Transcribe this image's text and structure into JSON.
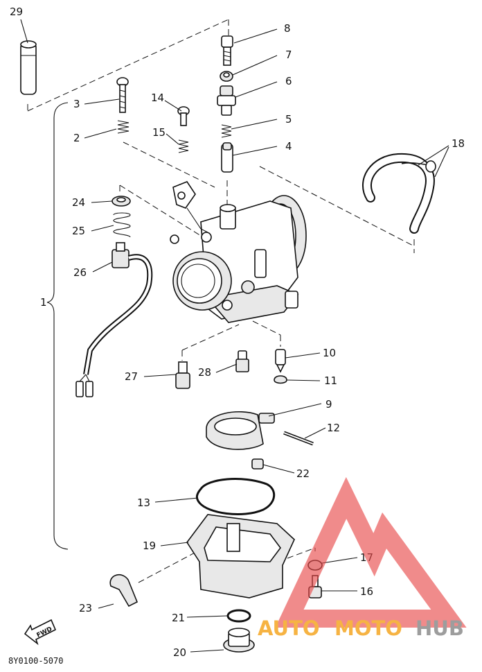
{
  "parts": {
    "p1": "1",
    "p2": "2",
    "p3": "3",
    "p4": "4",
    "p5": "5",
    "p6": "6",
    "p7": "7",
    "p8": "8",
    "p9": "9",
    "p10": "10",
    "p11": "11",
    "p12": "12",
    "p13": "13",
    "p14": "14",
    "p15": "15",
    "p16": "16",
    "p17": "17",
    "p18": "18",
    "p19": "19",
    "p20": "20",
    "p21": "21",
    "p22": "22",
    "p23": "23",
    "p24": "24",
    "p25": "25",
    "p26": "26",
    "p27": "27",
    "p28": "28",
    "p29": "29"
  },
  "direction_arrow": "FWD",
  "diagram_code": "8Y0100-5070",
  "watermark": {
    "brand_auto": "AUTO",
    "brand_moto": "MOTO",
    "brand_hub": "HUB",
    "color_red": "#e84a4a",
    "color_orange": "#f5a623",
    "color_gray": "#8c8c8c"
  }
}
